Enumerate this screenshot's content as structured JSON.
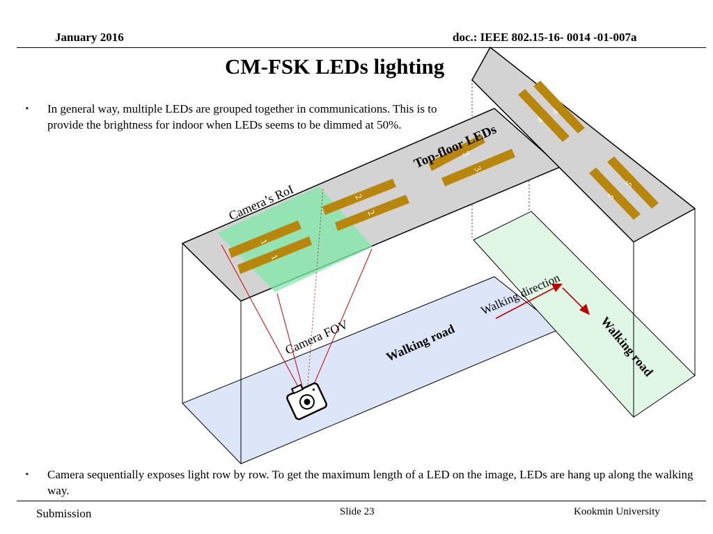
{
  "header": {
    "date": "January 2016",
    "doc": "doc.: IEEE 802.15-16- 0014 -01-007a"
  },
  "title": "CM-FSK LEDs lighting",
  "bullets": [
    "In general way, multiple LEDs are grouped together in communications. This is to provide the brightness for indoor when LEDs seems to be dimmed at 50%.",
    "Camera sequentially exposes light row by row. To get the maximum length of a LED on the image, LEDs are hang up along the walking way."
  ],
  "bullet_mark": "▪",
  "diagram": {
    "labels": {
      "top_floor": "Top-floor LEDs",
      "roi": "Camera’s RoI",
      "fov": "Camera FOV",
      "walking_dir": "Walking direction",
      "walking_road_1": "Walking road",
      "walking_road_2": "Walking road"
    },
    "led_numbers": [
      "1",
      "1",
      "2",
      "2",
      "3",
      "3",
      "4",
      "4",
      "5",
      "5"
    ],
    "colors": {
      "ceiling": "#d3d3d3",
      "floor": "#dce6f8",
      "floor_right": "#e1f7e6",
      "roi": "#7ee8a8",
      "led": "#b8860b",
      "fov": "#cc0000",
      "arrow": "#c00000"
    },
    "icons": [
      "camera-icon"
    ]
  },
  "footer": {
    "left": "Submission",
    "center": "Slide 23",
    "right": "Kookmin University"
  }
}
